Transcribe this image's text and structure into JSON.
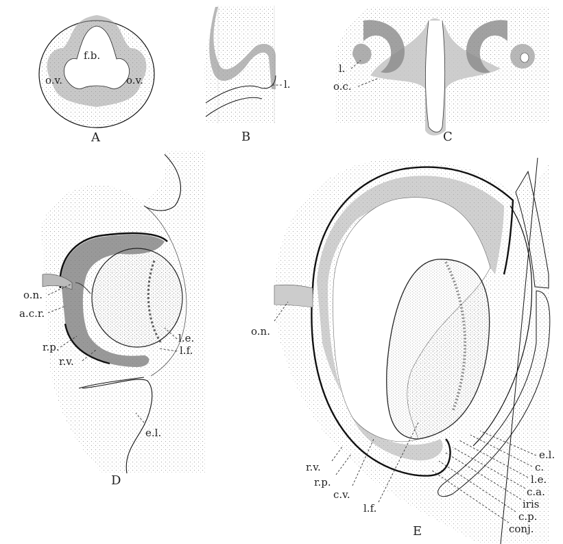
{
  "panels": {
    "A": {
      "caption": "A",
      "labels": {
        "fb": "f.b.",
        "ov_left": "o.v.",
        "ov_right": "o.v."
      }
    },
    "B": {
      "caption": "B",
      "labels": {
        "l": "l."
      }
    },
    "C": {
      "caption": "C",
      "labels": {
        "l": "l.",
        "oc": "o.c."
      }
    },
    "D": {
      "caption": "D",
      "labels": {
        "on": "o.n.",
        "acr": "a.c.r.",
        "rp": "r.p.",
        "rv": "r.v.",
        "le": "l.e.",
        "lf": "l.f.",
        "el": "e.l."
      }
    },
    "E": {
      "caption": "E",
      "labels": {
        "on": "o.n.",
        "rv": "r.v.",
        "rp": "r.p.",
        "cv": "c.v.",
        "lf": "l.f.",
        "el": "e.l.",
        "c": "c.",
        "le": "l.e.",
        "ca": "c.a.",
        "iris": "iris",
        "cp": "c.p.",
        "conj": "conj."
      }
    }
  },
  "colors": {
    "ink": "#111111",
    "neural": "#8a8a8a",
    "shade": "#c9c9c9",
    "stipple": "#d8d8d8"
  }
}
